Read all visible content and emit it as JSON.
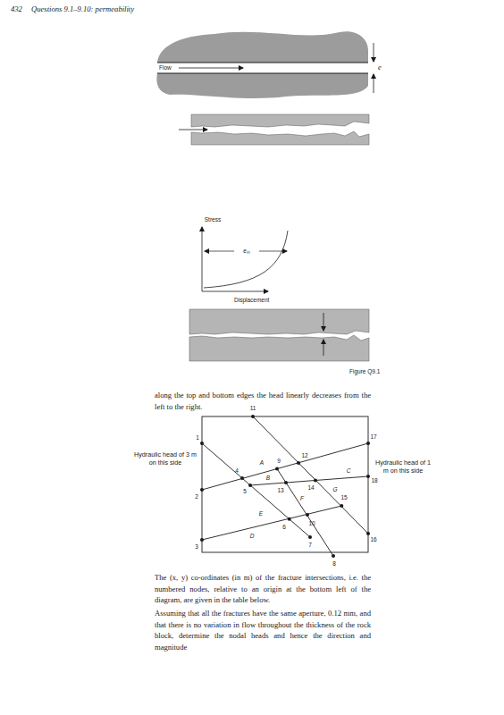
{
  "diagram": {
    "caption": "Figure Q9.1",
    "labels": [
      "432",
      "Questions 9.1–9.10: permeability",
      "Flow",
      "e",
      "Stress",
      "eₘ",
      "Displacement",
      "along the top and bottom edges the head linearly decreases from the left to the right.",
      "Hydraulic head of 3 m on this side",
      "Hydraulic head of 1 m on this side",
      "1",
      "2",
      "3",
      "4",
      "5",
      "6",
      "7",
      "8",
      "9",
      "10",
      "11",
      "12",
      "13",
      "14",
      "15",
      "16",
      "17",
      "18",
      "A",
      "B",
      "C",
      "D",
      "E",
      "F",
      "G",
      "The (x, y) co-ordinates (in m) of the fracture intersections, i.e. the numbered nodes, relative to an origin at the bottom left of the diagram, are given in the table below.",
      "Assuming that all the fractures have the same aperture, 0.12 mm, and that there is no variation in flow throughout the thickness of the rock block, determine the nodal heads and hence the direction and magnitude"
    ]
  }
}
